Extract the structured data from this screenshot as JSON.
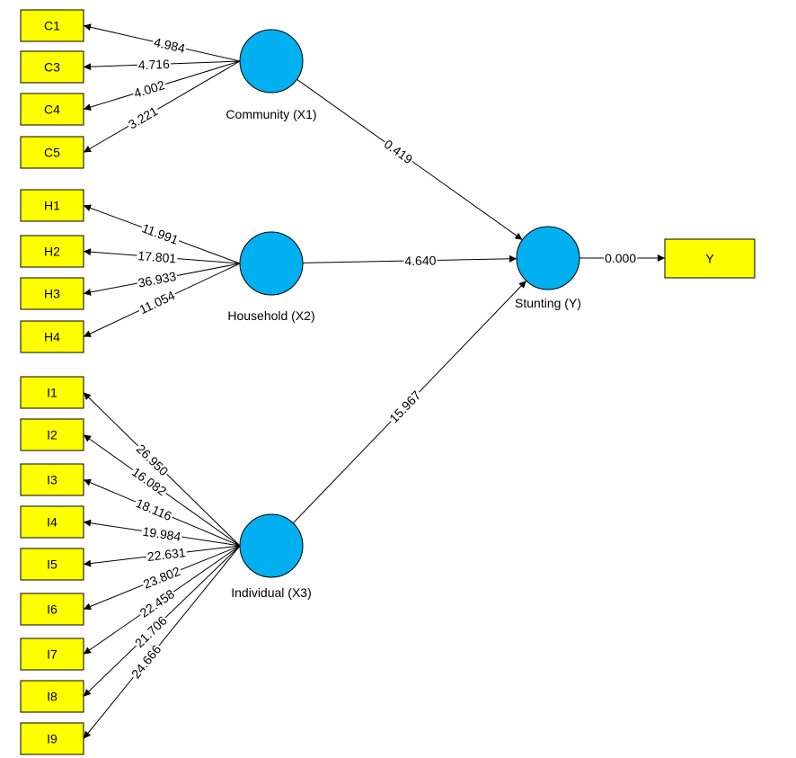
{
  "constructs": [
    {
      "id": "x1",
      "label": "Community (X1)"
    },
    {
      "id": "x2",
      "label": "Household (X2)"
    },
    {
      "id": "x3",
      "label": "Individual (X3)"
    },
    {
      "id": "y",
      "label": "Stunting (Y)"
    }
  ],
  "indicators": [
    "C1",
    "C3",
    "C4",
    "C5",
    "H1",
    "H2",
    "H3",
    "H4",
    "I1",
    "I2",
    "I3",
    "I4",
    "I5",
    "I6",
    "I7",
    "I8",
    "I9",
    "Y"
  ],
  "outer_loadings": [
    {
      "from": "x1",
      "to": "C1",
      "value": "4.984"
    },
    {
      "from": "x1",
      "to": "C3",
      "value": "4.716"
    },
    {
      "from": "x1",
      "to": "C4",
      "value": "4.002"
    },
    {
      "from": "x1",
      "to": "C5",
      "value": "3.221"
    },
    {
      "from": "x2",
      "to": "H1",
      "value": "11.991"
    },
    {
      "from": "x2",
      "to": "H2",
      "value": "17.801"
    },
    {
      "from": "x2",
      "to": "H3",
      "value": "36.933"
    },
    {
      "from": "x2",
      "to": "H4",
      "value": "11.054"
    },
    {
      "from": "x3",
      "to": "I1",
      "value": "26.950"
    },
    {
      "from": "x3",
      "to": "I2",
      "value": "16.082"
    },
    {
      "from": "x3",
      "to": "I3",
      "value": "18.116"
    },
    {
      "from": "x3",
      "to": "I4",
      "value": "19.984"
    },
    {
      "from": "x3",
      "to": "I5",
      "value": "22.631"
    },
    {
      "from": "x3",
      "to": "I6",
      "value": "23.802"
    },
    {
      "from": "x3",
      "to": "I7",
      "value": "22.458"
    },
    {
      "from": "x3",
      "to": "I8",
      "value": "21.706"
    },
    {
      "from": "x3",
      "to": "I9",
      "value": "24.666"
    },
    {
      "from": "y",
      "to": "Y",
      "value": "0.000"
    }
  ],
  "paths": [
    {
      "from": "x1",
      "to": "y",
      "value": "0.419"
    },
    {
      "from": "x2",
      "to": "y",
      "value": "4.640"
    },
    {
      "from": "x3",
      "to": "y",
      "value": "15.967"
    }
  ],
  "colors": {
    "indicator_fill": "#ffff00",
    "construct_fill": "#00b0f0"
  }
}
